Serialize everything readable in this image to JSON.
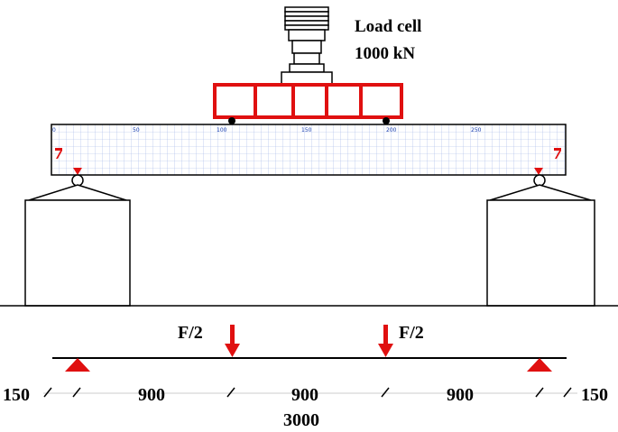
{
  "load_cell": {
    "title": "Load cell",
    "capacity": "1000 kN"
  },
  "grid_ticks": [
    "0",
    "50",
    "100",
    "150",
    "200",
    "250"
  ],
  "loads": {
    "left_label": "F/2",
    "right_label": "F/2"
  },
  "dimensions": {
    "left_overhang": "150",
    "span_1": "900",
    "span_2": "900",
    "span_3": "900",
    "right_overhang": "150",
    "total_length": "3000"
  },
  "colors": {
    "loading_frame": "#e01010",
    "grid_line": "#9fb3e6",
    "outline": "#000000"
  }
}
